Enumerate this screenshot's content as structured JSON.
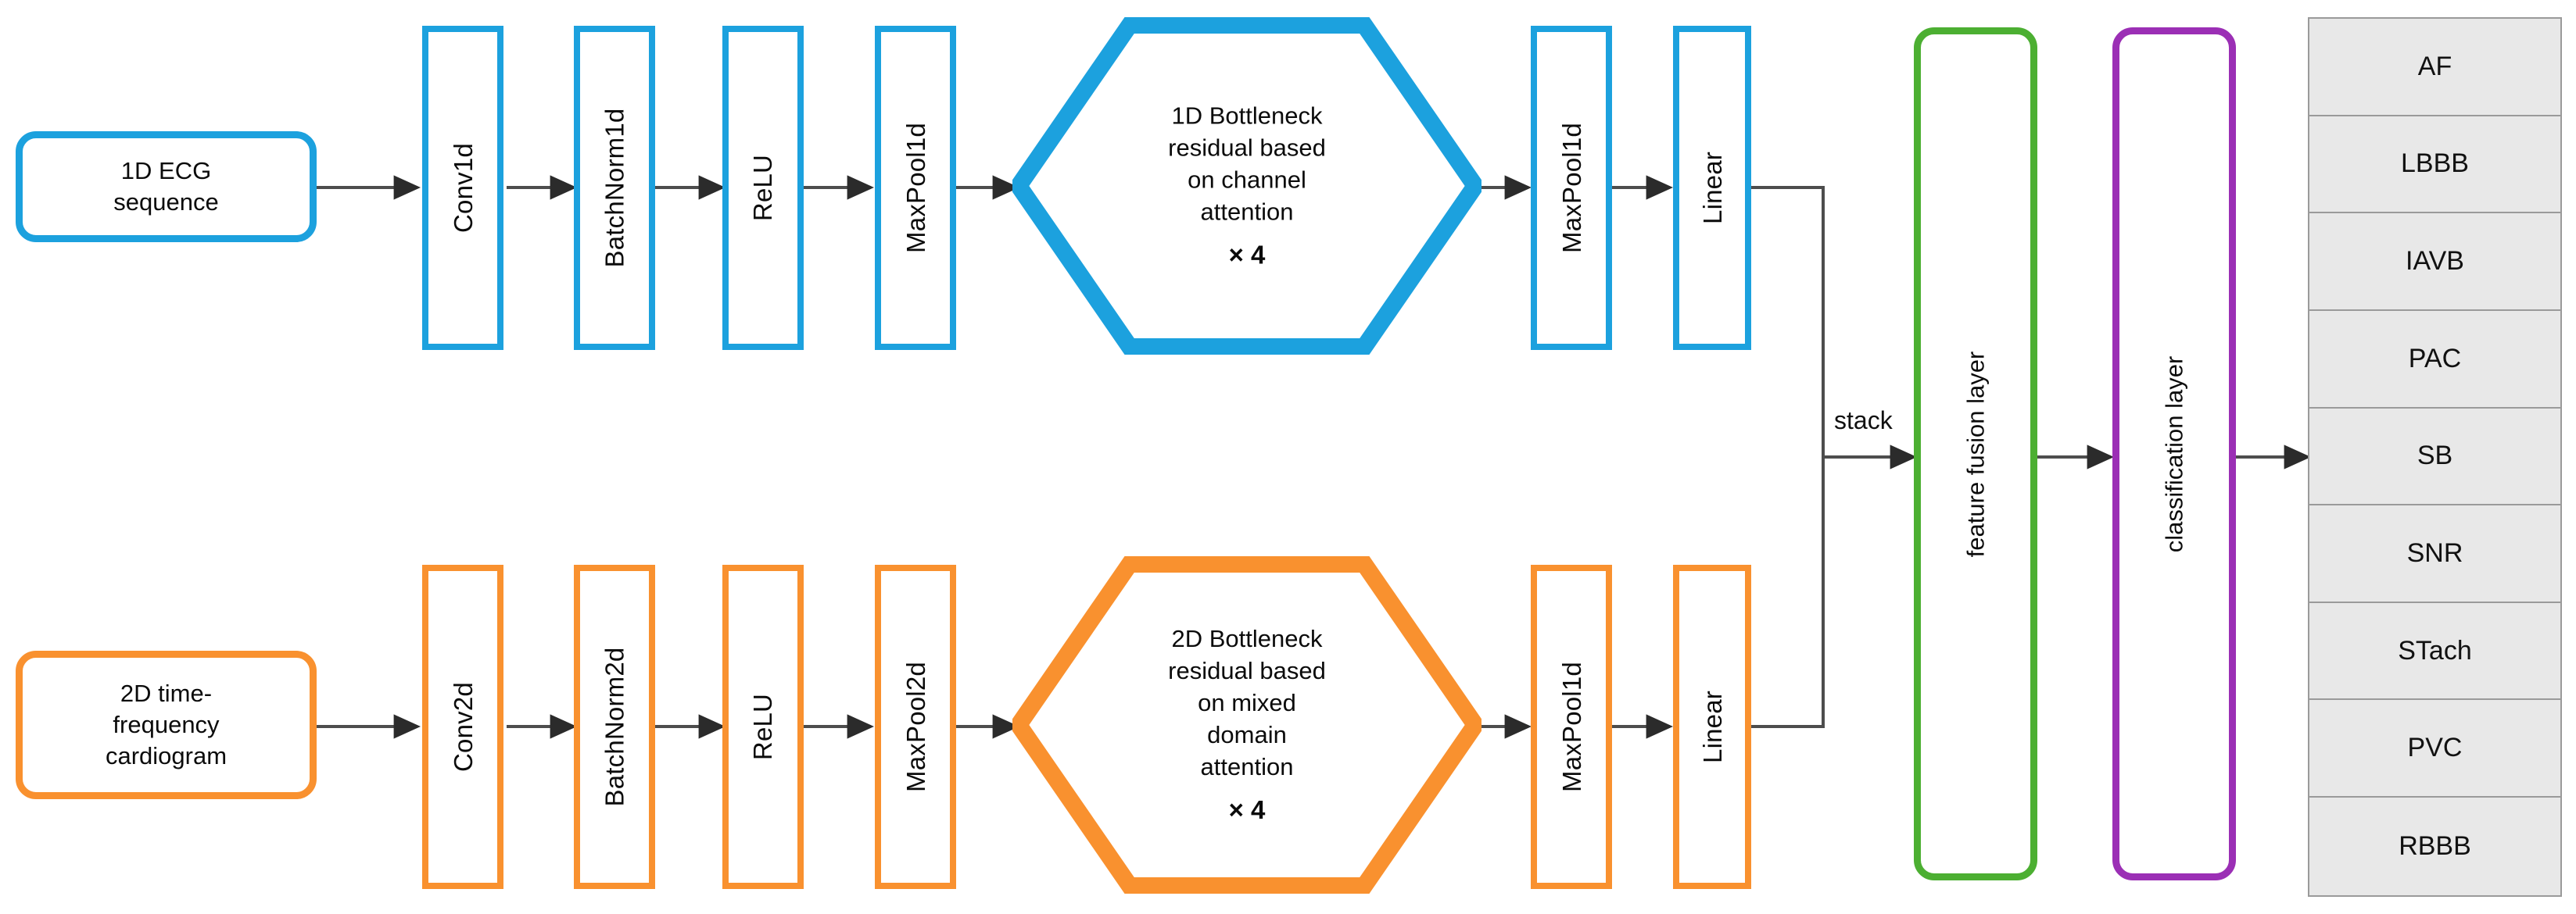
{
  "diagram": {
    "title": "Dual-branch ECG classification network architecture",
    "colors": {
      "branch_1d": "#1CA1DE",
      "branch_2d": "#F9912F",
      "fusion": "#4CAF32",
      "classification": "#9B2FB5",
      "arrow": "#4d4d4d",
      "class_cell_fill": "#e8e8e8",
      "class_cell_border": "#9a9a9a"
    },
    "branch_1d": {
      "input": "1D ECG\nsequence",
      "input_line_1": "1D ECG",
      "input_line_2": "sequence",
      "layers": [
        {
          "label": "Conv1d"
        },
        {
          "label": "BatchNorm1d"
        },
        {
          "label": "ReLU"
        },
        {
          "label": "MaxPool1d"
        }
      ],
      "block": {
        "line_1": "1D Bottleneck",
        "line_2": "residual based",
        "line_3": "on channel",
        "line_4": "attention",
        "multiplier": "× 4"
      },
      "tail_layers": [
        {
          "label": "MaxPool1d"
        },
        {
          "label": "Linear"
        }
      ]
    },
    "branch_2d": {
      "input": "2D time-\nfrequency\ncardiogram",
      "input_line_1": "2D time-",
      "input_line_2": "frequency",
      "input_line_3": "cardiogram",
      "layers": [
        {
          "label": "Conv2d"
        },
        {
          "label": "BatchNorm2d"
        },
        {
          "label": "ReLU"
        },
        {
          "label": "MaxPool2d"
        }
      ],
      "block": {
        "line_1": "2D Bottleneck",
        "line_2": "residual based",
        "line_3": "on mixed",
        "line_4": "domain",
        "line_5": "attention",
        "multiplier": "× 4"
      },
      "tail_layers": [
        {
          "label": "MaxPool1d"
        },
        {
          "label": "Linear"
        }
      ]
    },
    "merge": {
      "label": "stack"
    },
    "fusion_layer": {
      "label": "feature fusion layer"
    },
    "classification_layer": {
      "label": "classification layer"
    },
    "output_classes": [
      {
        "label": "AF"
      },
      {
        "label": "LBBB"
      },
      {
        "label": "IAVB"
      },
      {
        "label": "PAC"
      },
      {
        "label": "SB"
      },
      {
        "label": "SNR"
      },
      {
        "label": "STach"
      },
      {
        "label": "PVC"
      },
      {
        "label": "RBBB"
      }
    ]
  }
}
